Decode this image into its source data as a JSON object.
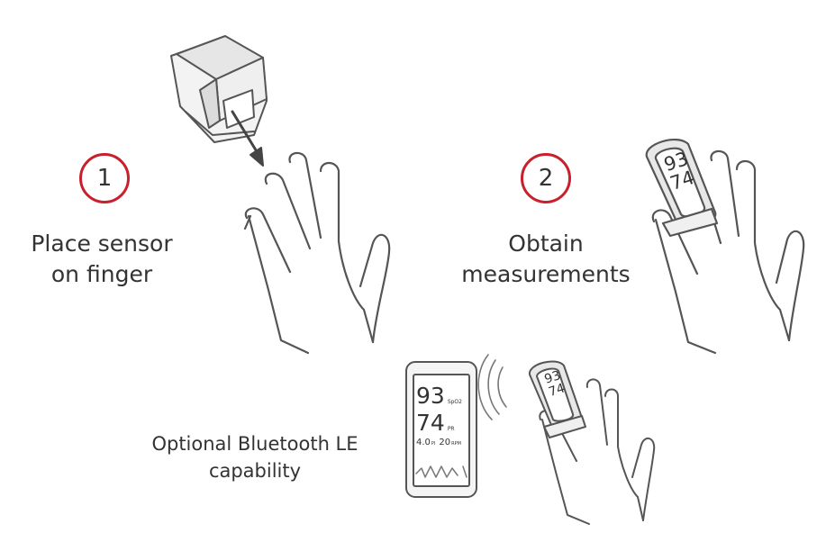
{
  "steps": [
    {
      "number": "1",
      "line1": "Place sensor",
      "line2": "on finger"
    },
    {
      "number": "2",
      "line1": "Obtain",
      "line2": "measurements"
    }
  ],
  "optional": {
    "line1": "Optional Bluetooth LE",
    "line2": "capability"
  },
  "sensor_display": {
    "spo2": "93",
    "pr": "74"
  },
  "phone_display": {
    "spo2": "93",
    "spo2_unit": "SpO2",
    "pr": "74",
    "pr_unit": "PR",
    "pi": "4.0",
    "pi_unit": "PI",
    "rr": "20",
    "rr_unit": "RPM"
  },
  "colors": {
    "accent": "#c8202d",
    "line": "#555555",
    "fill": "#f2f2f2"
  },
  "icons": [
    "finger-clip-sensor-icon",
    "hand-icon",
    "arrow-icon",
    "smartphone-icon",
    "wireless-signal-icon"
  ]
}
